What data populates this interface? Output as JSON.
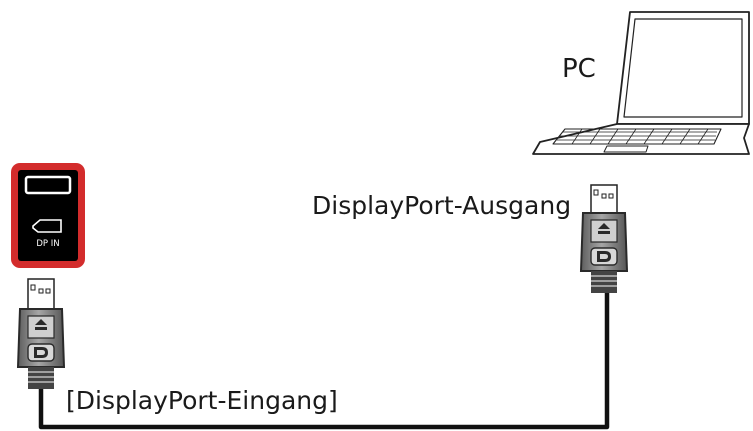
{
  "labels": {
    "pc": "PC",
    "output": "DisplayPort-Ausgang",
    "input": "[DisplayPort-Eingang]",
    "port": "DP IN"
  },
  "colors": {
    "port_frame": "#d32c2c",
    "port_panel": "#000000",
    "cable": "#111111",
    "connector": "#7d7d7d"
  },
  "icons": {
    "computer": "laptop-icon",
    "source_plug": "displayport-plug-icon",
    "target_plug": "displayport-plug-icon",
    "display_port": "displayport-socket-icon"
  }
}
